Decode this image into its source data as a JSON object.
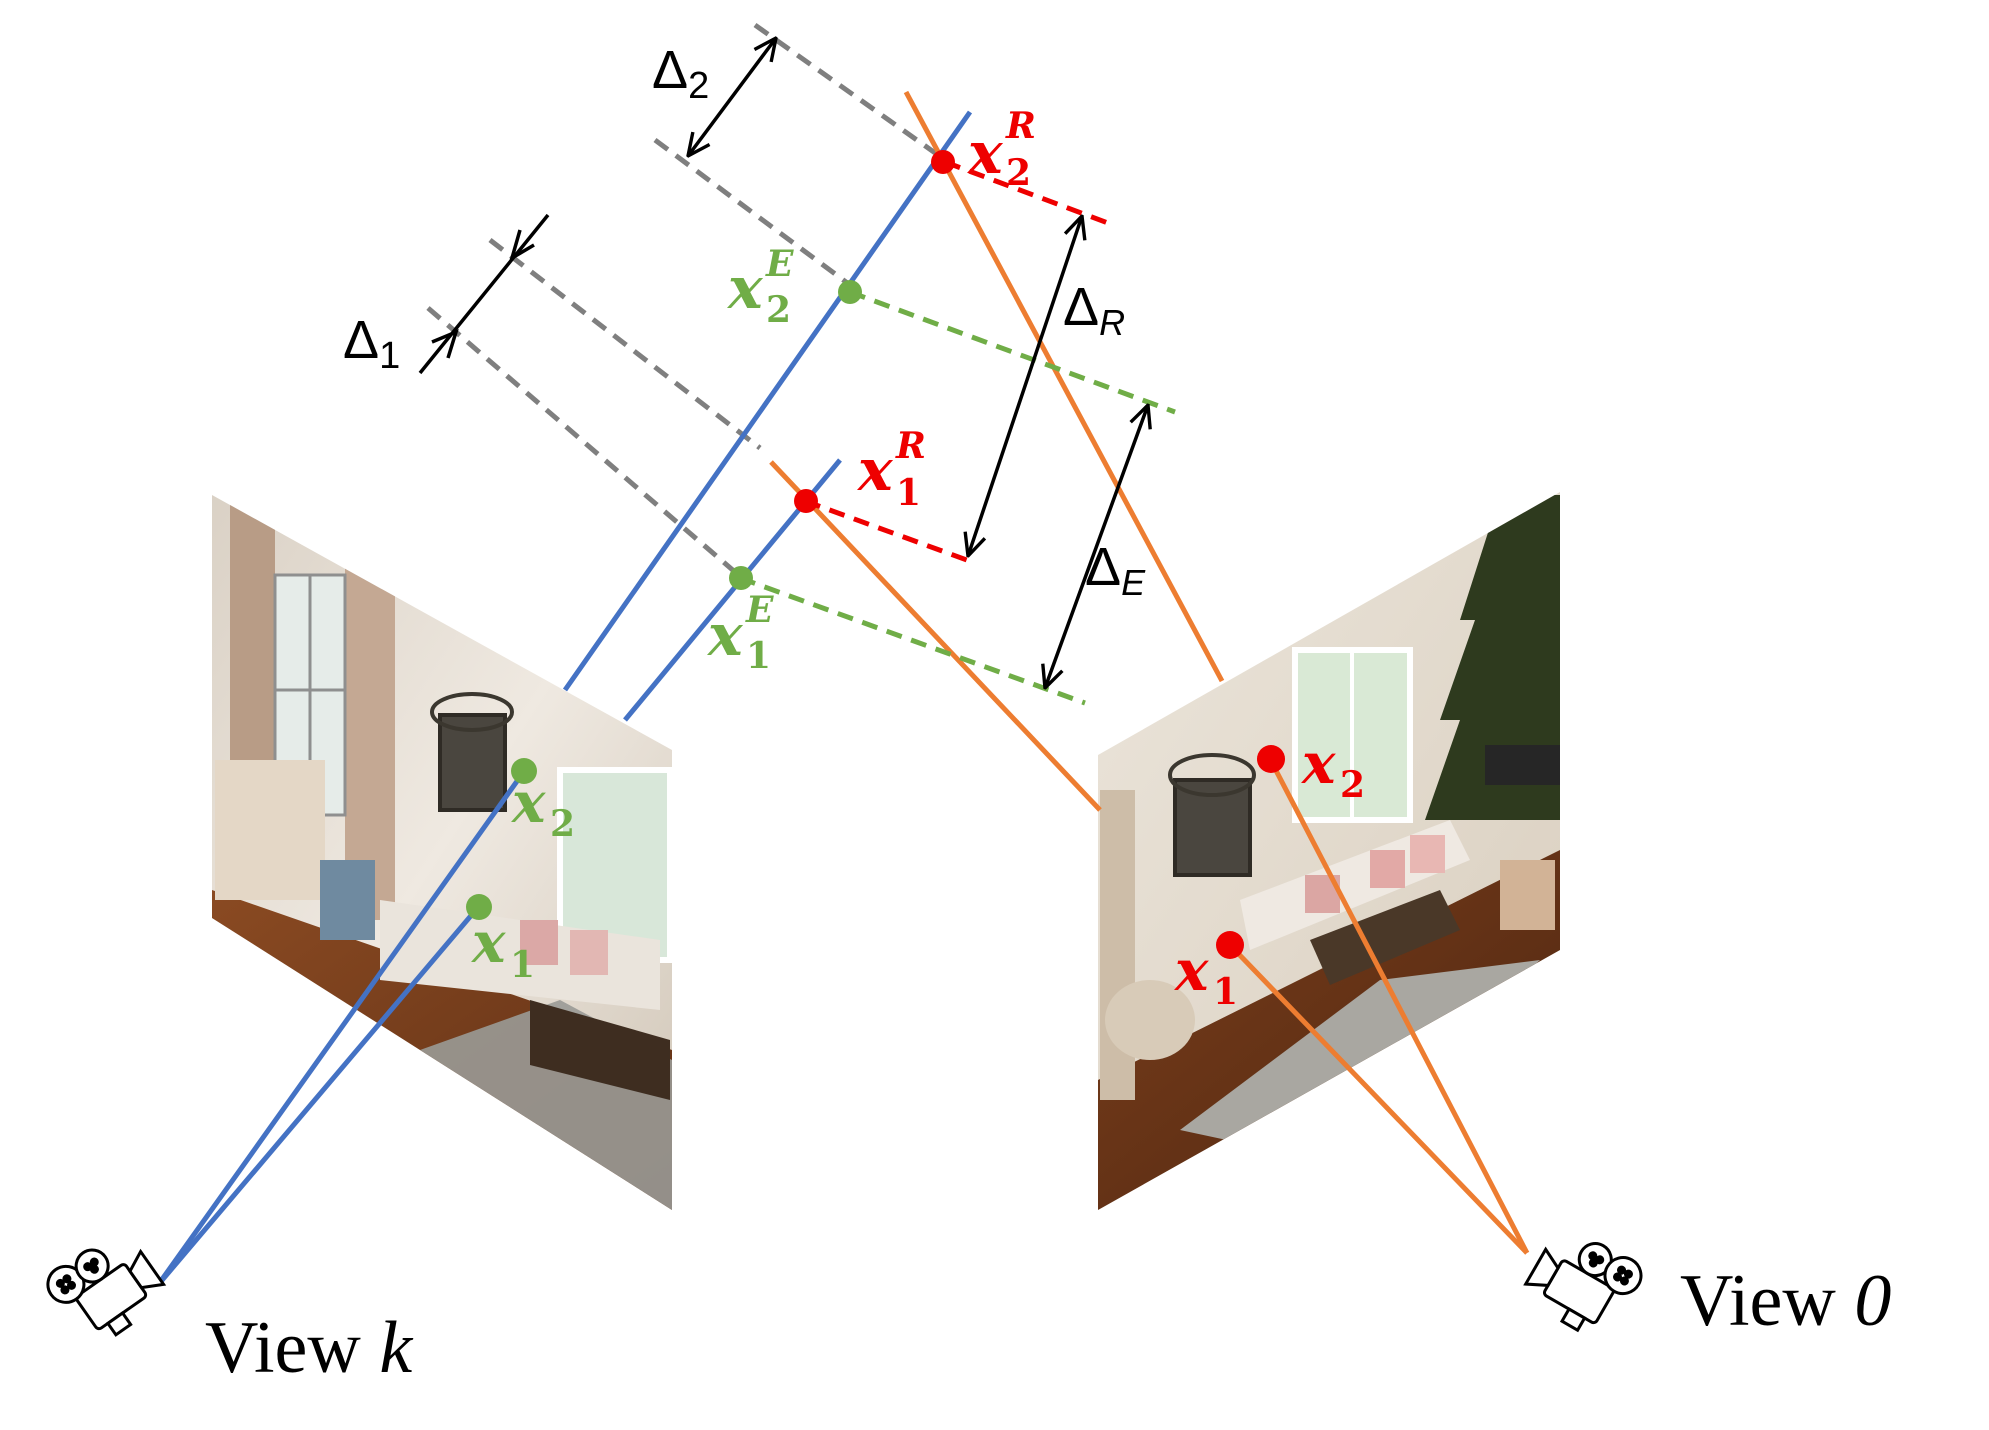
{
  "labels": {
    "delta_sym": "Δ",
    "delta1_sub": "1",
    "delta2_sub": "2",
    "deltaR_sub": "R",
    "deltaE_sub": "E",
    "x_sym": "x",
    "sub1": "1",
    "sub2": "2",
    "sup_R": "R",
    "sup_E": "E",
    "view_k_word": "View ",
    "view_k_var": "k",
    "view_0_word": "View ",
    "view_0_var": "0"
  },
  "colors": {
    "blue_ray": "#4472c4",
    "orange_ray": "#ed7d31",
    "red_point": "#ee0000",
    "green_point": "#70ad47",
    "gray_dash": "#7f7f7f",
    "arrow": "#000000"
  },
  "icons": {
    "camera_left": "movie-camera-icon",
    "camera_right": "movie-camera-icon"
  },
  "images": {
    "left_photo": "living-room-photo-view-k",
    "right_photo": "living-room-photo-view-0"
  }
}
